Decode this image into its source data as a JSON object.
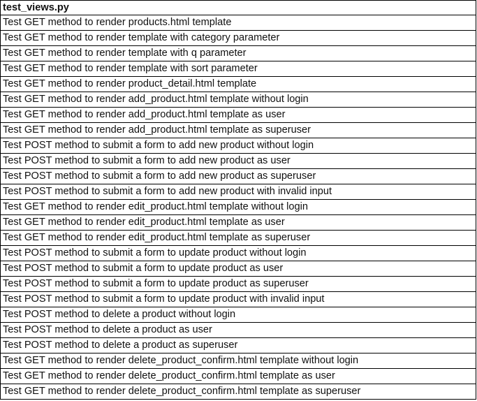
{
  "table": {
    "header": "test_views.py",
    "rows": [
      "Test GET method to render products.html template",
      "Test GET method to render template with category parameter",
      "Test GET method to render template with q parameter",
      "Test GET method to render template with sort parameter",
      "Test GET method to render product_detail.html template",
      "Test GET method to render add_product.html template without login",
      "Test GET method to render add_product.html template as user",
      "Test GET method to render add_product.html template as superuser",
      "Test POST method to submit a form to add new product without login",
      "Test POST method to submit a form to add new product as user",
      "Test POST method to submit a form to add new product as superuser",
      "Test POST method to submit a form to add new product with invalid input",
      "Test GET method to render edit_product.html template without login",
      "Test GET method to render edit_product.html template as user",
      "Test GET method to render edit_product.html template as superuser",
      "Test POST method to submit a form to update product without login",
      "Test POST method to submit a form to update product as user",
      "Test POST method to submit a form to update product as superuser",
      "Test POST method to submit a form to update product with invalid input",
      "Test POST method to delete a product without login",
      "Test POST method to delete a product as user",
      "Test POST method to delete a product as superuser",
      "Test GET method to render delete_product_confirm.html template without login",
      "Test GET method to render delete_product_confirm.html template as user",
      "Test GET method to render delete_product_confirm.html template as superuser"
    ]
  }
}
